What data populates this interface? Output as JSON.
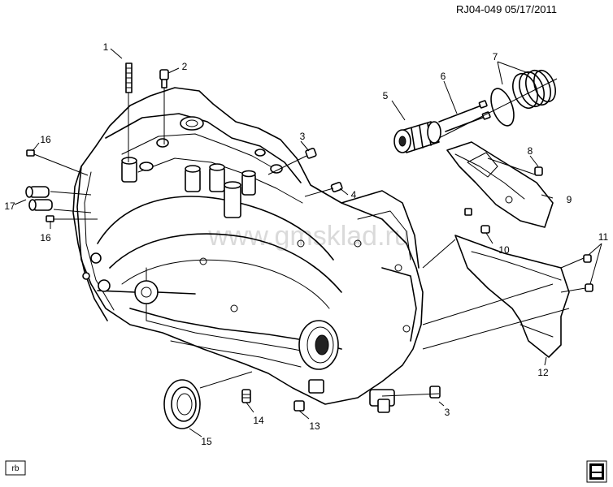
{
  "header": {
    "reference": "RJ04-049 05/17/2011"
  },
  "watermark": "www.gmsklad.ru",
  "footer": {
    "initials": "rb"
  },
  "callouts": [
    {
      "number": "1"
    },
    {
      "number": "2"
    },
    {
      "number": "3"
    },
    {
      "number": "16"
    },
    {
      "number": "17"
    },
    {
      "number": "16"
    },
    {
      "number": "4"
    },
    {
      "number": "5"
    },
    {
      "number": "6"
    },
    {
      "number": "7"
    },
    {
      "number": "8"
    },
    {
      "number": "9"
    },
    {
      "number": "10"
    },
    {
      "number": "11"
    },
    {
      "number": "12"
    },
    {
      "number": "3"
    },
    {
      "number": "13"
    },
    {
      "number": "14"
    },
    {
      "number": "15"
    }
  ]
}
